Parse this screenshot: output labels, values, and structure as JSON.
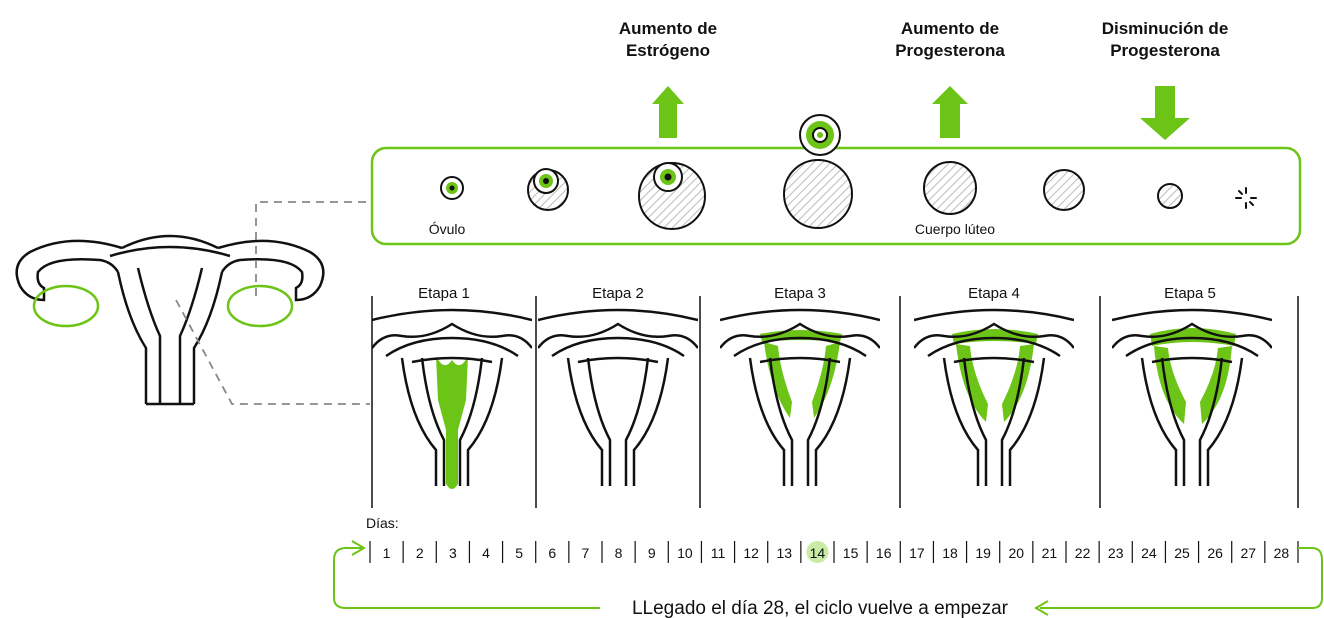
{
  "hormones": [
    {
      "lines": [
        "Aumento de",
        "Estrógeno"
      ],
      "direction": "up"
    },
    {
      "lines": [
        "Aumento de",
        "Progesterona"
      ],
      "direction": "up"
    },
    {
      "lines": [
        "Disminución de",
        "Progesterona"
      ],
      "direction": "down"
    }
  ],
  "ovary_panel": {
    "ovum_label": "Óvulo",
    "corpus_label": "Cuerpo lúteo"
  },
  "stages": [
    "Etapa 1",
    "Etapa 2",
    "Etapa 3",
    "Etapa 4",
    "Etapa 5"
  ],
  "days": {
    "label": "Días:",
    "values": [
      "1",
      "2",
      "3",
      "4",
      "5",
      "6",
      "7",
      "8",
      "9",
      "10",
      "11",
      "12",
      "13",
      "14",
      "15",
      "16",
      "17",
      "18",
      "19",
      "20",
      "21",
      "22",
      "23",
      "24",
      "25",
      "26",
      "27",
      "28"
    ],
    "highlighted": "14"
  },
  "footer_text": "LLegado el día 28, el ciclo vuelve a empezar",
  "colors": {
    "accent": "#6cc417",
    "line": "#111111",
    "dash": "#888888",
    "hatch": "#aaaaaa"
  }
}
